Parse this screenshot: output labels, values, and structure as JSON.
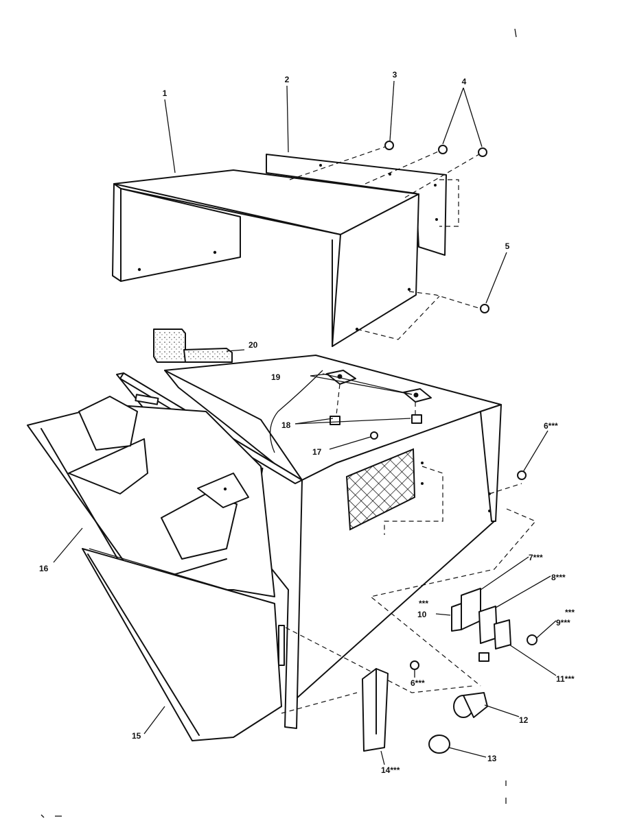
{
  "callouts": [
    {
      "id": "1",
      "text": "1"
    },
    {
      "id": "2",
      "text": "2"
    },
    {
      "id": "3",
      "text": "3"
    },
    {
      "id": "4",
      "text": "4"
    },
    {
      "id": "5",
      "text": "5"
    },
    {
      "id": "6a",
      "text": "6***"
    },
    {
      "id": "6b",
      "text": "6***"
    },
    {
      "id": "7",
      "text": "7***"
    },
    {
      "id": "8",
      "text": "8***"
    },
    {
      "id": "9",
      "text": "9***"
    },
    {
      "id": "10",
      "text": "10"
    },
    {
      "id": "10stars",
      "text": "***"
    },
    {
      "id": "11",
      "text": "11***"
    },
    {
      "id": "12",
      "text": "12"
    },
    {
      "id": "13",
      "text": "13"
    },
    {
      "id": "14",
      "text": "14***"
    },
    {
      "id": "15",
      "text": "15"
    },
    {
      "id": "16",
      "text": "16"
    },
    {
      "id": "17",
      "text": "17"
    },
    {
      "id": "18",
      "text": "18"
    },
    {
      "id": "19",
      "text": "19"
    },
    {
      "id": "20",
      "text": "20"
    }
  ]
}
